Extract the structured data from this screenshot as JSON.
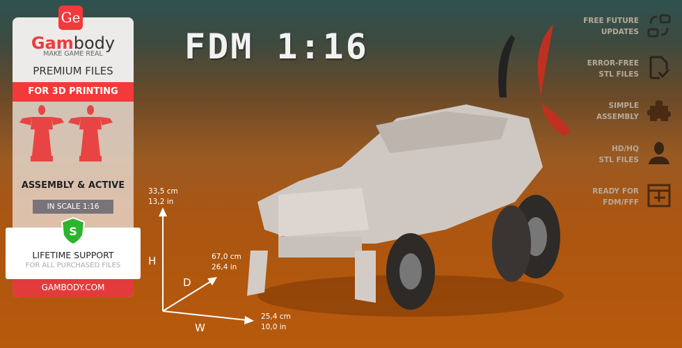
{
  "panel": {
    "logo_badge": "Ge",
    "brand_part1": "Gam",
    "brand_part2": "body",
    "tagline": "MAKE GAME REAL",
    "premium": "PREMIUM FILES",
    "for_printing": "FOR 3D PRINTING",
    "assembly": "ASSEMBLY & ACTIVE",
    "scale": "IN SCALE 1:16",
    "shield_letter": "S",
    "support_title": "LIFETIME SUPPORT",
    "support_sub": "FOR ALL PURCHASED FILES",
    "site": "GAMBODY.COM"
  },
  "title": "FDM 1:16",
  "features": [
    {
      "line1": "FREE FUTURE",
      "line2": "UPDATES",
      "icon": "sync-icon"
    },
    {
      "line1": "ERROR-FREE",
      "line2": "STL FILES",
      "icon": "file-check-icon"
    },
    {
      "line1": "SIMPLE",
      "line2": "ASSEMBLY",
      "icon": "puzzle-icon"
    },
    {
      "line1": "HD/HQ",
      "line2": "STL FILES",
      "icon": "ironman-icon"
    },
    {
      "line1": "READY FOR",
      "line2": "FDM/FFF",
      "icon": "printer-icon"
    }
  ],
  "dimensions": {
    "h": {
      "label": "H",
      "cm": "33,5  cm",
      "in": "13,2  in"
    },
    "d": {
      "label": "D",
      "cm": "67,0  cm",
      "in": "26,4  in"
    },
    "w": {
      "label": "W",
      "cm": "25,4  cm",
      "in": "10,0  in"
    }
  },
  "colors": {
    "brand_red": "#f23a3a",
    "feature_text": "#b8a99a"
  }
}
